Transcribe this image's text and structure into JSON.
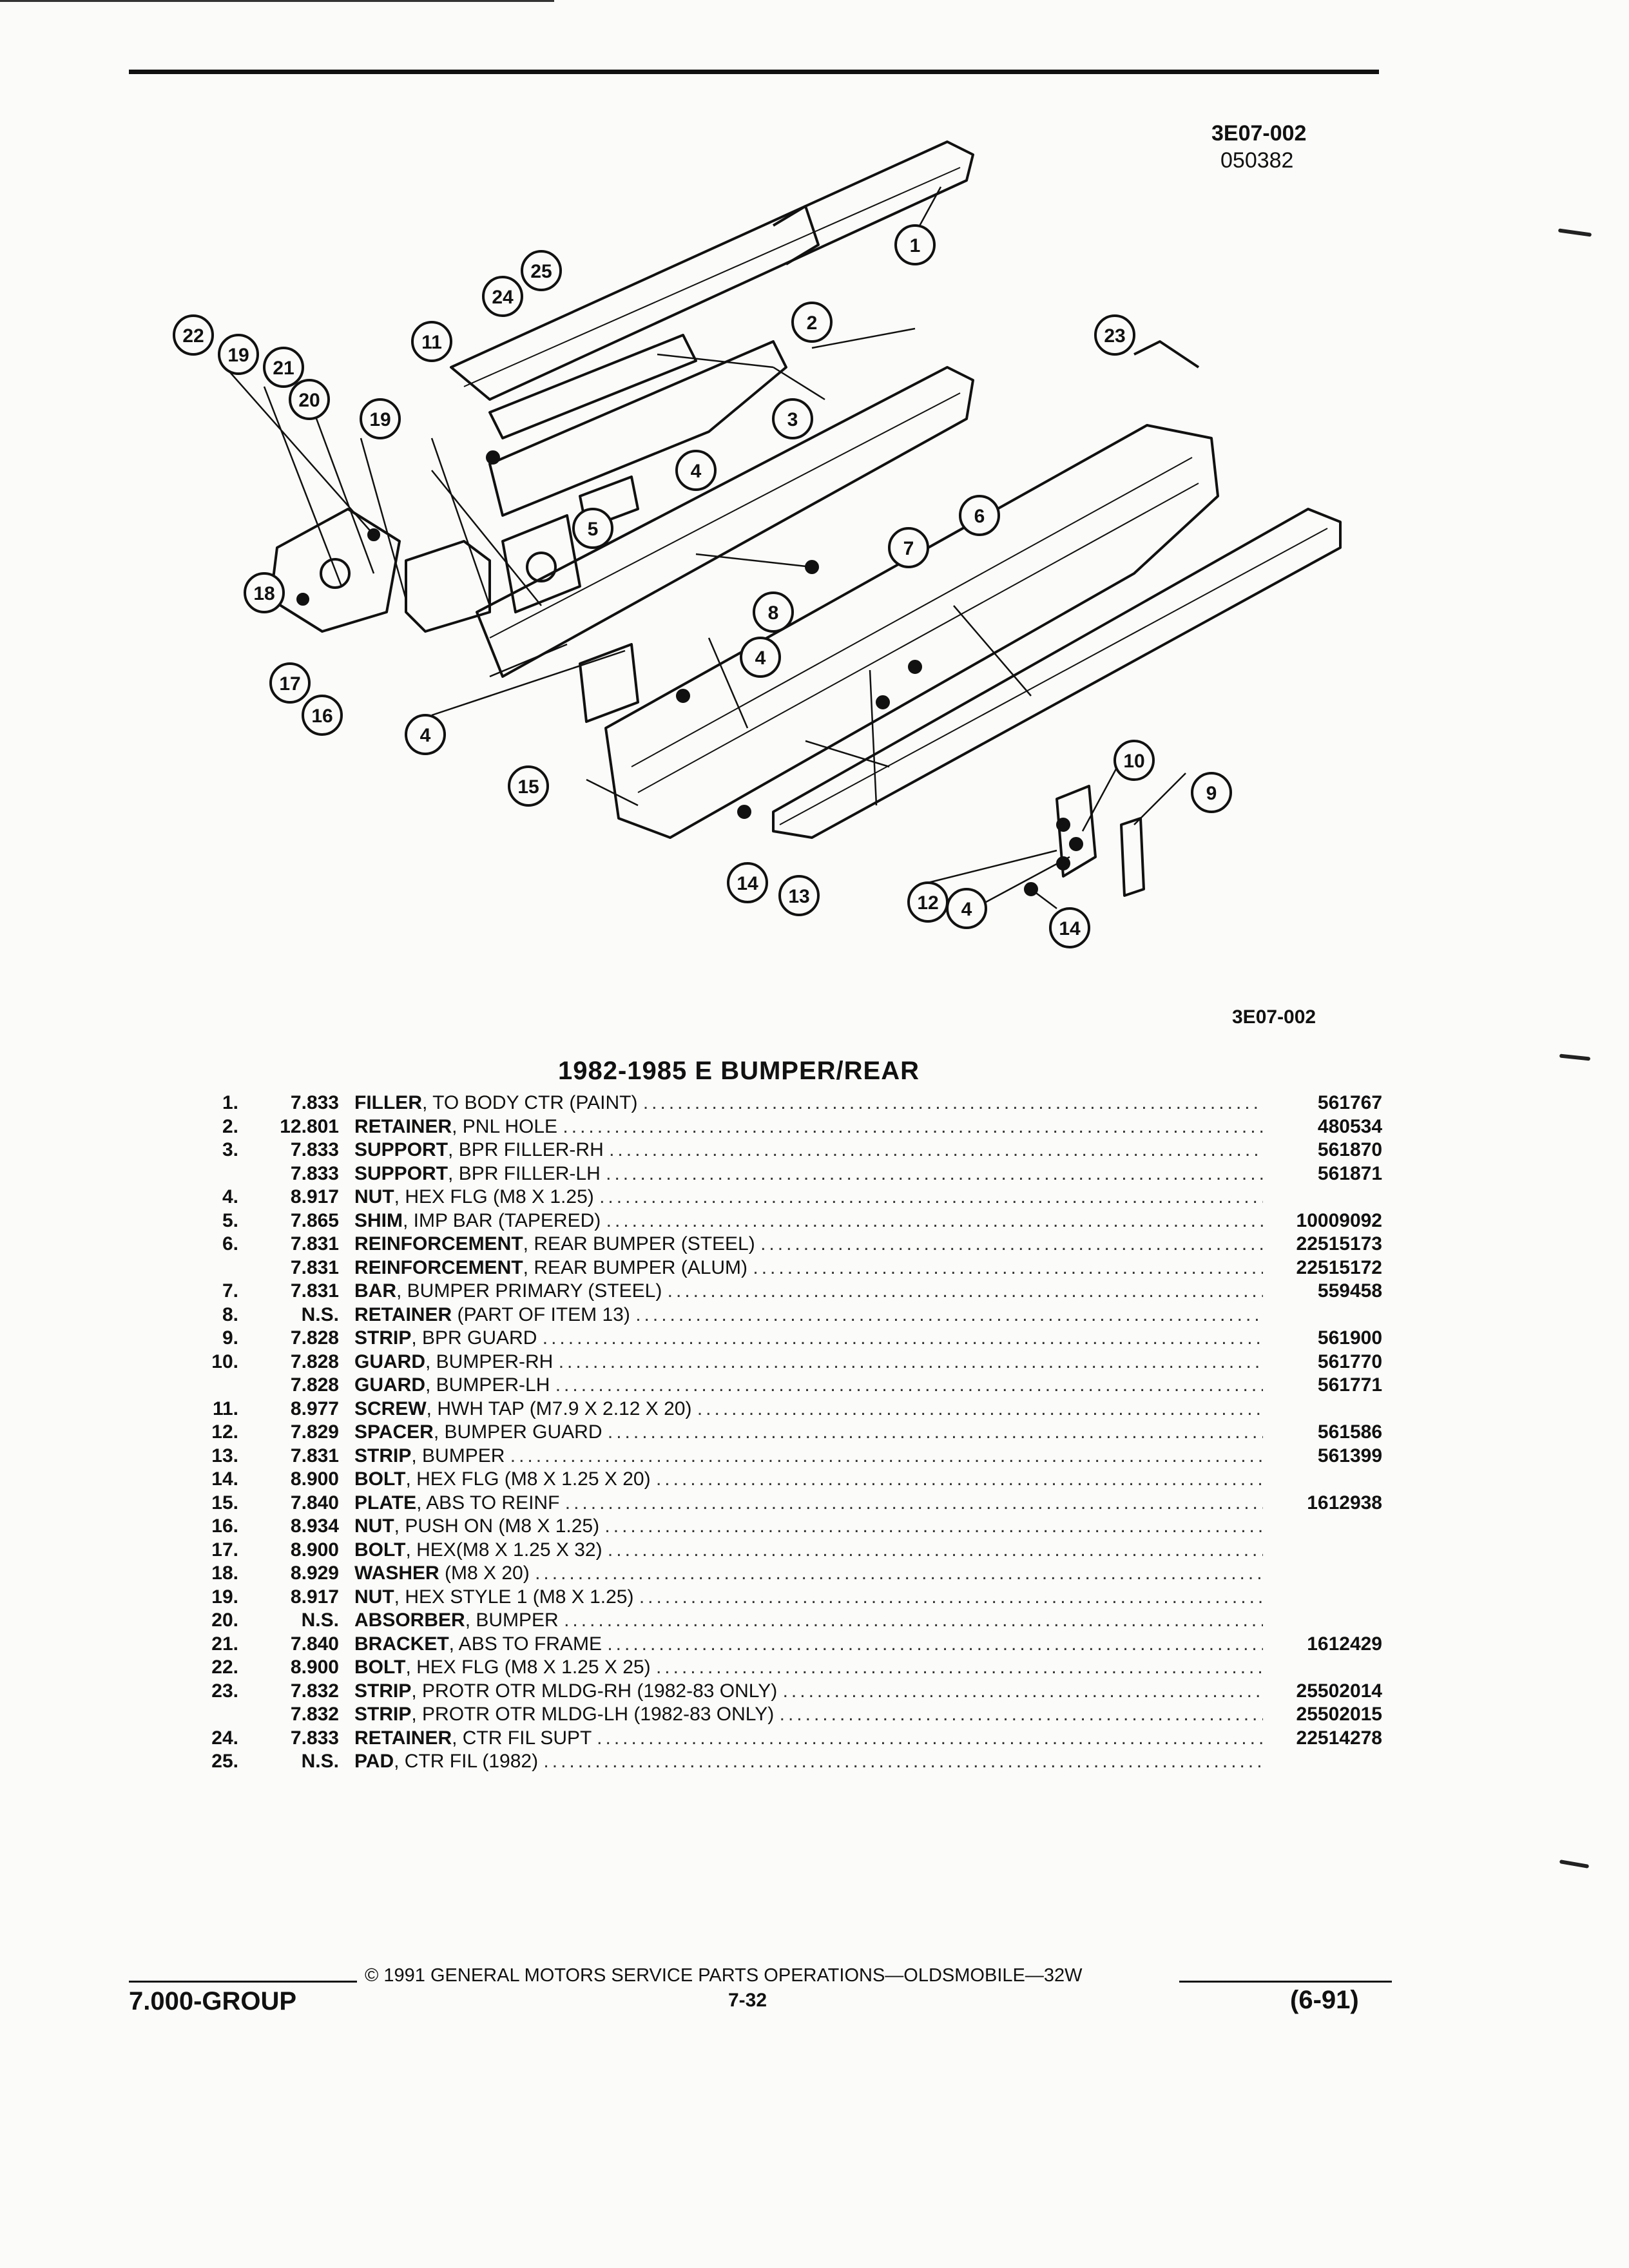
{
  "header": {
    "code": "3E07-002",
    "date_code": "050382"
  },
  "diagram": {
    "code": "3E07-002",
    "callouts": [
      "1",
      "2",
      "3",
      "4",
      "4",
      "4",
      "4",
      "5",
      "6",
      "7",
      "8",
      "9",
      "10",
      "11",
      "12",
      "13",
      "14",
      "14",
      "15",
      "16",
      "17",
      "18",
      "19",
      "19",
      "20",
      "21",
      "22",
      "23",
      "24",
      "25"
    ]
  },
  "title": "1982-1985 E BUMPER/REAR",
  "parts": [
    {
      "num": "1.",
      "grp": "7.833",
      "name": "FILLER",
      "desc": ", TO BODY CTR (PAINT)",
      "pn": "561767"
    },
    {
      "num": "2.",
      "grp": "12.801",
      "name": "RETAINER",
      "desc": ", PNL HOLE",
      "pn": "480534"
    },
    {
      "num": "3.",
      "grp": "7.833",
      "name": "SUPPORT",
      "desc": ", BPR FILLER-RH",
      "pn": "561870"
    },
    {
      "num": "",
      "grp": "7.833",
      "name": "SUPPORT",
      "desc": ", BPR FILLER-LH",
      "pn": "561871"
    },
    {
      "num": "4.",
      "grp": "8.917",
      "name": "NUT",
      "desc": ", HEX FLG (M8 X 1.25)",
      "pn": ""
    },
    {
      "num": "5.",
      "grp": "7.865",
      "name": "SHIM",
      "desc": ", IMP BAR (TAPERED)",
      "pn": "10009092"
    },
    {
      "num": "6.",
      "grp": "7.831",
      "name": "REINFORCEMENT",
      "desc": ", REAR BUMPER (STEEL)",
      "pn": "22515173"
    },
    {
      "num": "",
      "grp": "7.831",
      "name": "REINFORCEMENT",
      "desc": ", REAR BUMPER (ALUM)",
      "pn": "22515172"
    },
    {
      "num": "7.",
      "grp": "7.831",
      "name": "BAR",
      "desc": ", BUMPER PRIMARY (STEEL)",
      "pn": "559458"
    },
    {
      "num": "8.",
      "grp": "N.S.",
      "name": "RETAINER",
      "desc": " (PART OF ITEM 13)",
      "pn": ""
    },
    {
      "num": "9.",
      "grp": "7.828",
      "name": "STRIP",
      "desc": ", BPR GUARD",
      "pn": "561900"
    },
    {
      "num": "10.",
      "grp": "7.828",
      "name": "GUARD",
      "desc": ", BUMPER-RH",
      "pn": "561770"
    },
    {
      "num": "",
      "grp": "7.828",
      "name": "GUARD",
      "desc": ", BUMPER-LH",
      "pn": "561771"
    },
    {
      "num": "11.",
      "grp": "8.977",
      "name": "SCREW",
      "desc": ", HWH TAP (M7.9 X 2.12 X 20)",
      "pn": ""
    },
    {
      "num": "12.",
      "grp": "7.829",
      "name": "SPACER",
      "desc": ", BUMPER GUARD",
      "pn": "561586"
    },
    {
      "num": "13.",
      "grp": "7.831",
      "name": "STRIP",
      "desc": ", BUMPER",
      "pn": "561399"
    },
    {
      "num": "14.",
      "grp": "8.900",
      "name": "BOLT",
      "desc": ", HEX FLG (M8 X 1.25 X 20)",
      "pn": ""
    },
    {
      "num": "15.",
      "grp": "7.840",
      "name": "PLATE",
      "desc": ", ABS TO REINF",
      "pn": "1612938"
    },
    {
      "num": "16.",
      "grp": "8.934",
      "name": "NUT",
      "desc": ", PUSH ON (M8 X 1.25)",
      "pn": ""
    },
    {
      "num": "17.",
      "grp": "8.900",
      "name": "BOLT",
      "desc": ", HEX(M8 X 1.25 X 32)",
      "pn": ""
    },
    {
      "num": "18.",
      "grp": "8.929",
      "name": "WASHER",
      "desc": " (M8 X 20)",
      "pn": ""
    },
    {
      "num": "19.",
      "grp": "8.917",
      "name": "NUT",
      "desc": ", HEX STYLE 1 (M8 X 1.25)",
      "pn": ""
    },
    {
      "num": "20.",
      "grp": "N.S.",
      "name": "ABSORBER",
      "desc": ", BUMPER",
      "pn": ""
    },
    {
      "num": "21.",
      "grp": "7.840",
      "name": "BRACKET",
      "desc": ", ABS TO FRAME",
      "pn": "1612429"
    },
    {
      "num": "22.",
      "grp": "8.900",
      "name": "BOLT",
      "desc": ", HEX FLG (M8 X 1.25 X 25)",
      "pn": ""
    },
    {
      "num": "23.",
      "grp": "7.832",
      "name": "STRIP",
      "desc": ", PROTR OTR MLDG-RH (1982-83 ONLY)",
      "pn": "25502014"
    },
    {
      "num": "",
      "grp": "7.832",
      "name": "STRIP",
      "desc": ", PROTR OTR MLDG-LH (1982-83 ONLY)",
      "pn": "25502015"
    },
    {
      "num": "24.",
      "grp": "7.833",
      "name": "RETAINER",
      "desc": ", CTR FIL SUPT",
      "pn": "22514278"
    },
    {
      "num": "25.",
      "grp": "N.S.",
      "name": "PAD",
      "desc": ", CTR FIL (1982)",
      "pn": ""
    }
  ],
  "footer": {
    "copyright": "© 1991 GENERAL MOTORS SERVICE PARTS OPERATIONS—OLDSMOBILE—32W",
    "group": "7.000-GROUP",
    "page": "7-32",
    "date": "(6-91)"
  }
}
